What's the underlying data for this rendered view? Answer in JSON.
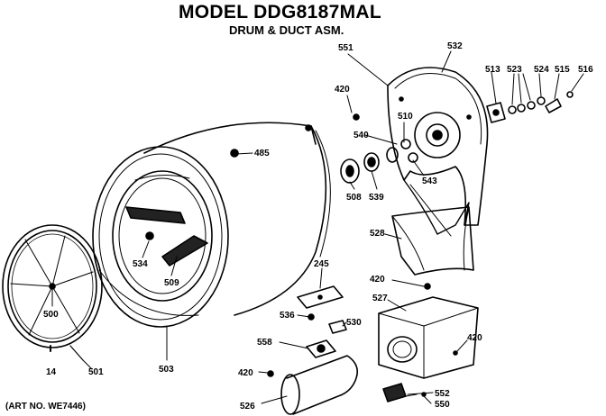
{
  "header": {
    "title": "MODEL DDG8187MAL",
    "subtitle": "DRUM & DUCT ASM."
  },
  "footer": {
    "art_no": "(ART NO. WE7446)"
  },
  "parts": {
    "p551": "551",
    "p532": "532",
    "p420a": "420",
    "p510": "510",
    "p540": "540",
    "p543": "543",
    "p513": "513",
    "p523": "523",
    "p524": "524",
    "p515": "515",
    "p516": "516",
    "p485": "485",
    "p508": "508",
    "p539": "539",
    "p534": "534",
    "p509": "509",
    "p528": "528",
    "p420b": "420",
    "p245": "245",
    "p527": "527",
    "p420c": "420",
    "p500": "500",
    "p14": "14",
    "p501": "501",
    "p503": "503",
    "p536": "536",
    "p530": "530",
    "p558": "558",
    "p420d": "420",
    "p526": "526",
    "p552": "552",
    "p550": "550"
  }
}
